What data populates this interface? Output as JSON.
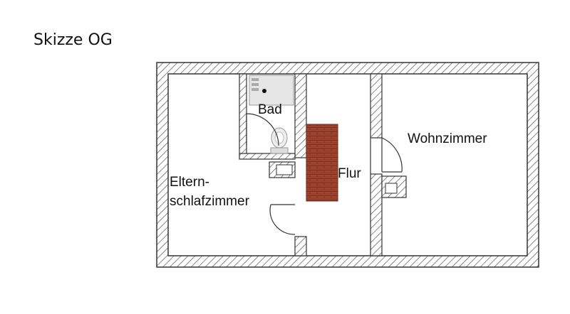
{
  "title": "Skizze OG",
  "rooms": {
    "bad": "Bad",
    "flur": "Flur",
    "wohnzimmer": "Wohnzimmer",
    "eltern_line1": "Eltern-",
    "eltern_line2": "schlafzimmer"
  },
  "colors": {
    "wall_stroke": "#333333",
    "hatch": "#555555",
    "chimney": "#a0462f",
    "chimney_mortar": "#7a2f1e",
    "fixture": "#e6e6e6"
  }
}
